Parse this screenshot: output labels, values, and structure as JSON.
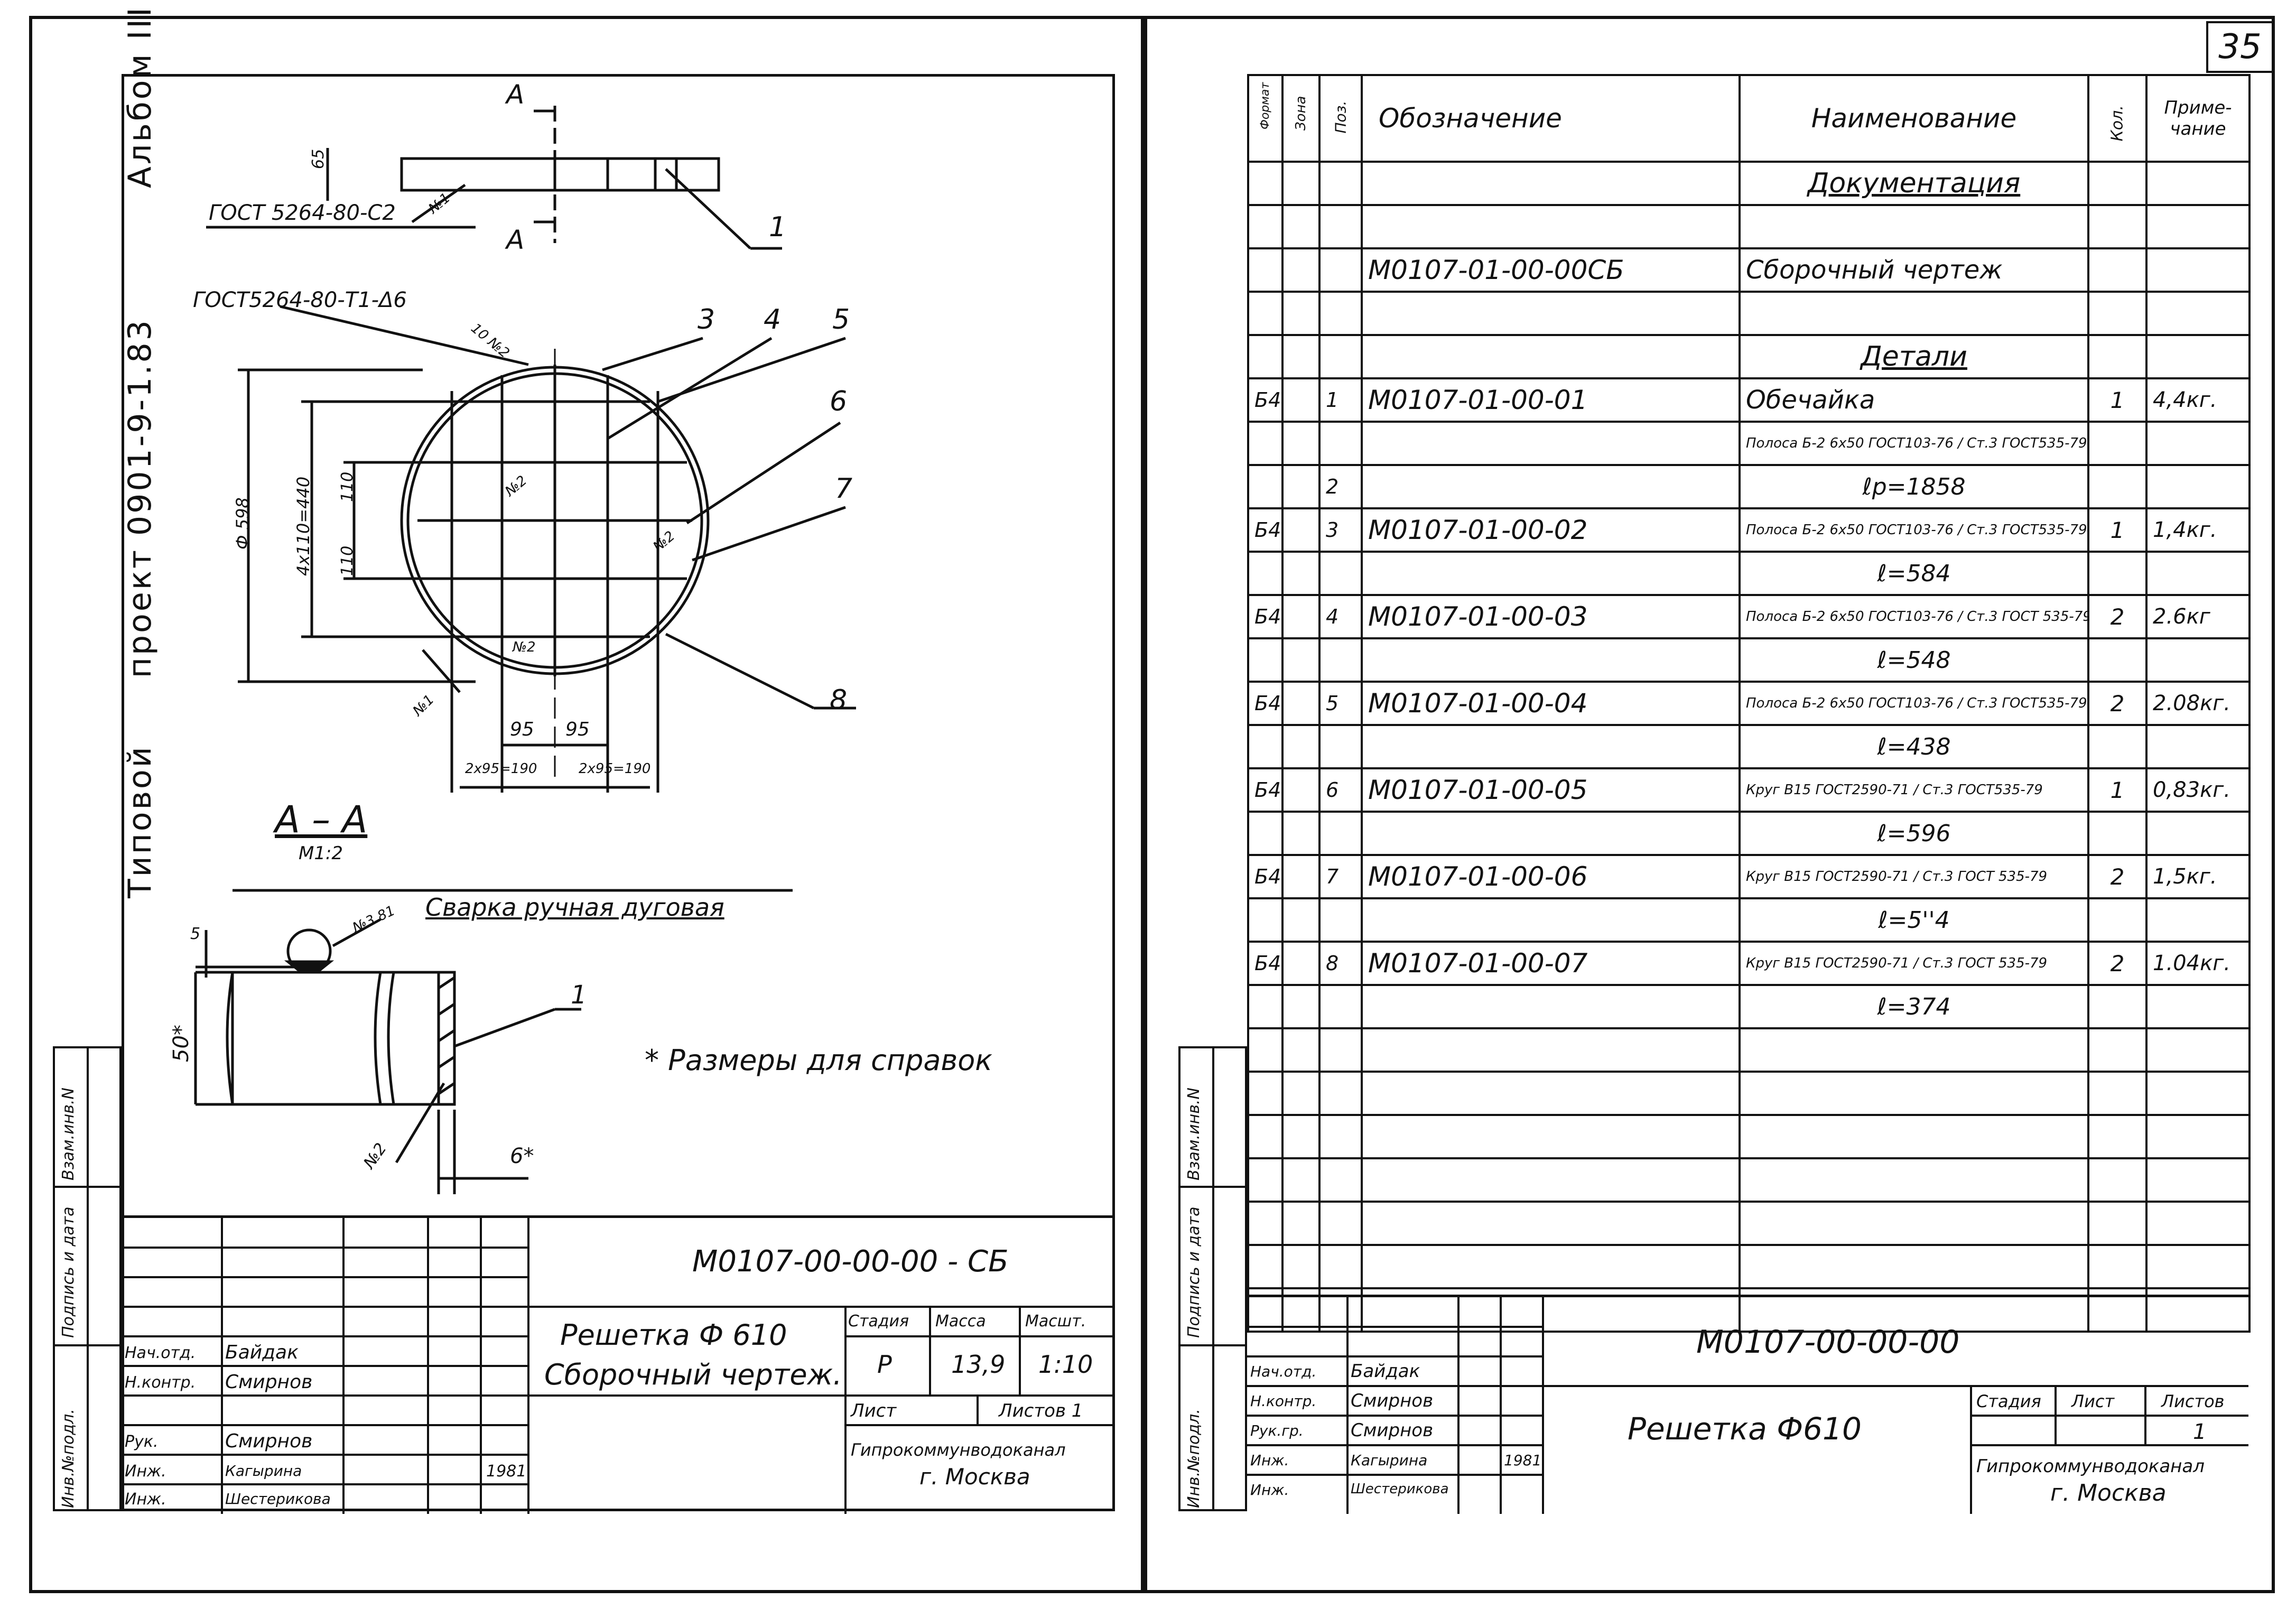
{
  "page_number": "35",
  "left_sheet": {
    "vertical_title": {
      "album": "Альбом III",
      "project": "проект 0901-9-1.83",
      "typical": "Типовой"
    },
    "side_stamp_labels": [
      "Инв.№подл.",
      "Подпись и дата",
      "Взам.инв.N"
    ],
    "drawing": {
      "section_marker": "А",
      "dim_65": "65",
      "gost_top": "ГОСТ 5264-80-С2",
      "weld_n1": "№1",
      "gost_grid": "ГОСТ5264-80-Т1-Δ6",
      "weld_10n2": "10 №2",
      "callouts": [
        "1",
        "3",
        "4",
        "5",
        "6",
        "7",
        "8"
      ],
      "dim_diameter": "Ф 598",
      "dim_4x110": "4х110=440",
      "dim_110a": "110",
      "dim_110b": "110",
      "dim_95a": "95",
      "dim_95b": "95",
      "dim_2x95a": "2х95=190",
      "dim_2x95b": "2х95=190",
      "weld_n2_a": "№2",
      "weld_n2_b": "№2",
      "weld_n2_c": "№2",
      "weld_n1_b": "№1",
      "section_title": "А – А",
      "section_scale": "М1:2",
      "weld_n3": "№3 81",
      "weld_note": "Сварка ручная дуговая",
      "dim_5": "5",
      "dim_50": "50*",
      "dim_6": "6*",
      "weld_n2_sec": "№2",
      "callout_sec": "1",
      "note": "* Размеры для справок"
    },
    "title_block": {
      "code": "М0107-00-00-00 - СБ",
      "name_line1": "Решетка Ф 610",
      "name_line2": "Сборочный чертеж.",
      "headers": [
        "Стадия",
        "Масса",
        "Масшт."
      ],
      "values": [
        "Р",
        "13,9",
        "1:10"
      ],
      "sheet_label": "Лист",
      "sheets_label": "Листов 1",
      "org_line1": "Гипрокоммунводоканал",
      "org_line2": "г. Москва",
      "people": [
        {
          "role": "Нач.отд.",
          "name": "Байдак"
        },
        {
          "role": "Н.контр.",
          "name": "Смирнов"
        },
        {
          "role": "Рук.",
          "name": "Смирнов"
        },
        {
          "role": "Инж.",
          "name": "Кагырина"
        },
        {
          "role": "Инж.",
          "name": "Шестерикова"
        }
      ],
      "year": "1981"
    }
  },
  "right_sheet": {
    "headers": [
      "Формат",
      "Зона",
      "Поз.",
      "Обозначение",
      "Наименование",
      "Кол.",
      "Приме-чание"
    ],
    "rows": [
      {
        "fmt": "",
        "zone": "",
        "pos": "",
        "code": "",
        "name": "Документация",
        "qty": "",
        "note": "",
        "style": "heading"
      },
      {
        "fmt": "",
        "zone": "",
        "pos": "",
        "code": "",
        "name": "",
        "qty": "",
        "note": ""
      },
      {
        "fmt": "",
        "zone": "",
        "pos": "",
        "code": "М0107-01-00-00СБ",
        "name": "Сборочный чертеж",
        "qty": "",
        "note": ""
      },
      {
        "fmt": "",
        "zone": "",
        "pos": "",
        "code": "",
        "name": "",
        "qty": "",
        "note": ""
      },
      {
        "fmt": "",
        "zone": "",
        "pos": "",
        "code": "",
        "name": "Детали",
        "qty": "",
        "note": "",
        "style": "heading"
      },
      {
        "fmt": "Б4",
        "zone": "",
        "pos": "1",
        "code": "М0107-01-00-01",
        "name": "Обечайка",
        "qty": "1",
        "note": "4,4кг."
      },
      {
        "fmt": "",
        "zone": "",
        "pos": "",
        "code": "",
        "name": "Полоса Б-2 6х50 ГОСТ103-76 / Ст.3 ГОСТ535-79",
        "qty": "",
        "note": "",
        "style": "small"
      },
      {
        "fmt": "",
        "zone": "",
        "pos": "2",
        "code": "",
        "name": "ℓр=1858",
        "qty": "",
        "note": "",
        "style": "center"
      },
      {
        "fmt": "Б4",
        "zone": "",
        "pos": "3",
        "code": "М0107-01-00-02",
        "name": "Полоса Б-2 6х50 ГОСТ103-76 / Ст.3 ГОСТ535-79",
        "qty": "1",
        "note": "1,4кг.",
        "style": "small"
      },
      {
        "fmt": "",
        "zone": "",
        "pos": "",
        "code": "",
        "name": "ℓ=584",
        "qty": "",
        "note": "",
        "style": "center"
      },
      {
        "fmt": "Б4",
        "zone": "",
        "pos": "4",
        "code": "М0107-01-00-03",
        "name": "Полоса Б-2 6х50 ГОСТ103-76 / Ст.3 ГОСТ 535-79",
        "qty": "2",
        "note": "2.6кг",
        "style": "small"
      },
      {
        "fmt": "",
        "zone": "",
        "pos": "",
        "code": "",
        "name": "ℓ=548",
        "qty": "",
        "note": "",
        "style": "center"
      },
      {
        "fmt": "Б4",
        "zone": "",
        "pos": "5",
        "code": "М0107-01-00-04",
        "name": "Полоса Б-2 6х50 ГОСТ103-76 / Ст.3 ГОСТ535-79",
        "qty": "2",
        "note": "2.08кг.",
        "style": "small"
      },
      {
        "fmt": "",
        "zone": "",
        "pos": "",
        "code": "",
        "name": "ℓ=438",
        "qty": "",
        "note": "",
        "style": "center"
      },
      {
        "fmt": "Б4",
        "zone": "",
        "pos": "6",
        "code": "М0107-01-00-05",
        "name": "Круг В15 ГОСТ2590-71 / Ст.3 ГОСТ535-79",
        "qty": "1",
        "note": "0,83кг.",
        "style": "small"
      },
      {
        "fmt": "",
        "zone": "",
        "pos": "",
        "code": "",
        "name": "ℓ=596",
        "qty": "",
        "note": "",
        "style": "center"
      },
      {
        "fmt": "Б4",
        "zone": "",
        "pos": "7",
        "code": "М0107-01-00-06",
        "name": "Круг В15 ГОСТ2590-71 / Ст.3 ГОСТ 535-79",
        "qty": "2",
        "note": "1,5кг.",
        "style": "small"
      },
      {
        "fmt": "",
        "zone": "",
        "pos": "",
        "code": "",
        "name": "ℓ=5''4",
        "qty": "",
        "note": "",
        "style": "center"
      },
      {
        "fmt": "Б4",
        "zone": "",
        "pos": "8",
        "code": "М0107-01-00-07",
        "name": "Круг В15 ГОСТ2590-71 / Ст.3 ГОСТ 535-79",
        "qty": "2",
        "note": "1.04кг.",
        "style": "small"
      },
      {
        "fmt": "",
        "zone": "",
        "pos": "",
        "code": "",
        "name": "ℓ=374",
        "qty": "",
        "note": "",
        "style": "center"
      },
      {
        "fmt": "",
        "zone": "",
        "pos": "",
        "code": "",
        "name": "",
        "qty": "",
        "note": ""
      },
      {
        "fmt": "",
        "zone": "",
        "pos": "",
        "code": "",
        "name": "",
        "qty": "",
        "note": ""
      },
      {
        "fmt": "",
        "zone": "",
        "pos": "",
        "code": "",
        "name": "",
        "qty": "",
        "note": ""
      },
      {
        "fmt": "",
        "zone": "",
        "pos": "",
        "code": "",
        "name": "",
        "qty": "",
        "note": ""
      },
      {
        "fmt": "",
        "zone": "",
        "pos": "",
        "code": "",
        "name": "",
        "qty": "",
        "note": ""
      },
      {
        "fmt": "",
        "zone": "",
        "pos": "",
        "code": "",
        "name": "",
        "qty": "",
        "note": ""
      },
      {
        "fmt": "",
        "zone": "",
        "pos": "",
        "code": "",
        "name": "",
        "qty": "",
        "note": ""
      }
    ],
    "side_stamp_labels": [
      "Инв.№подл.",
      "Подпись и дата",
      "Взам.инв.N"
    ],
    "title_block": {
      "code": "М0107-00-00-00",
      "name": "Решетка Ф610",
      "headers": [
        "Стадия",
        "Лист",
        "Листов"
      ],
      "sheets_value": "1",
      "org_line1": "Гипрокоммунводоканал",
      "org_line2": "г. Москва",
      "people": [
        {
          "role": "Нач.отд.",
          "name": "Байдак"
        },
        {
          "role": "Н.контр.",
          "name": "Смирнов"
        },
        {
          "role": "Рук.гр.",
          "name": "Смирнов"
        },
        {
          "role": "Инж.",
          "name": "Кагырина"
        },
        {
          "role": "Инж.",
          "name": "Шестерикова"
        }
      ],
      "year": "1981"
    }
  }
}
